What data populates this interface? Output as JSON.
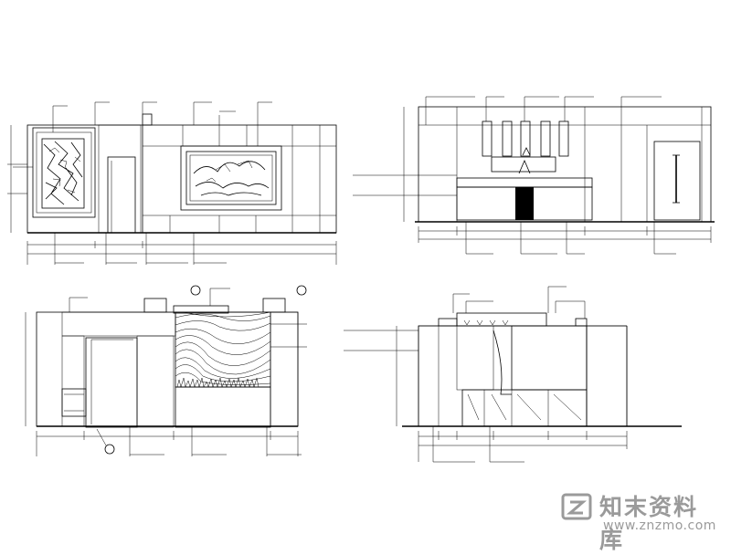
{
  "watermark": {
    "title": "知末资料库",
    "url": "www.znzmo.com",
    "logo_icon": "znzmo-logo-icon"
  },
  "drawing": {
    "views": [
      "elevation-top-left",
      "elevation-top-right",
      "elevation-bottom-left",
      "elevation-bottom-right"
    ],
    "line_color": "#000000",
    "watermark_color": "#9a9a9a",
    "note": ""
  }
}
